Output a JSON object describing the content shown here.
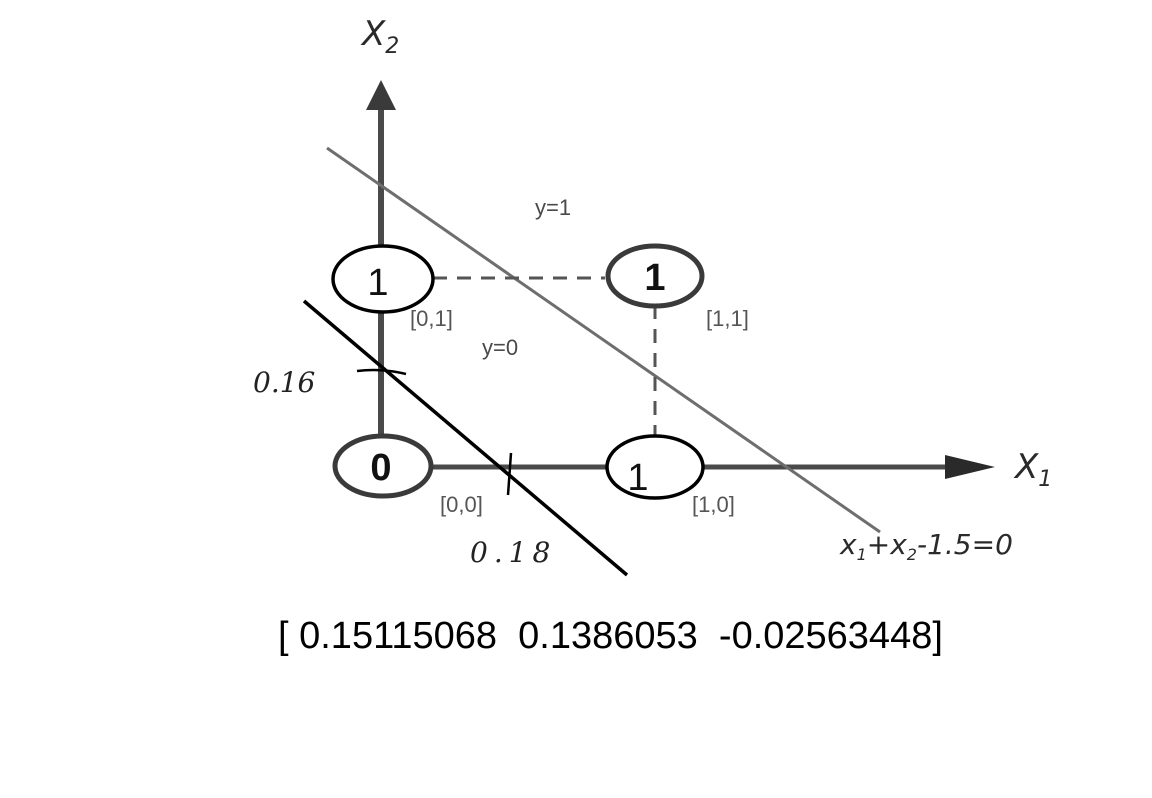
{
  "axes": {
    "x_label_main": "X",
    "x_label_sub": "1",
    "y_label_main": "X",
    "y_label_sub": "2"
  },
  "regions": {
    "upper": "y=1",
    "lower": "y=0"
  },
  "nodes": [
    {
      "id": "n01",
      "value": "1",
      "coord": "[0,1]"
    },
    {
      "id": "n11",
      "value": "1",
      "coord": "[1,1]"
    },
    {
      "id": "n00",
      "value": "0",
      "coord": "[0,0]"
    },
    {
      "id": "n10",
      "value": "1",
      "coord": "[1,0]"
    }
  ],
  "boundary_equation": {
    "x1": "x",
    "x1_sub": "1",
    "plus": "+x",
    "x2_sub": "2",
    "rest": "-1.5=0"
  },
  "annotations": {
    "x2_intercept": "0.16",
    "x1_intercept": "0.18"
  },
  "weights": "[ 0.15115068  0.1386053  -0.02563448]",
  "colors": {
    "axis": "#4a4a4a",
    "boundary_gray": "#6e6e6e",
    "hand_line": "#000000",
    "dashed": "#555555"
  }
}
